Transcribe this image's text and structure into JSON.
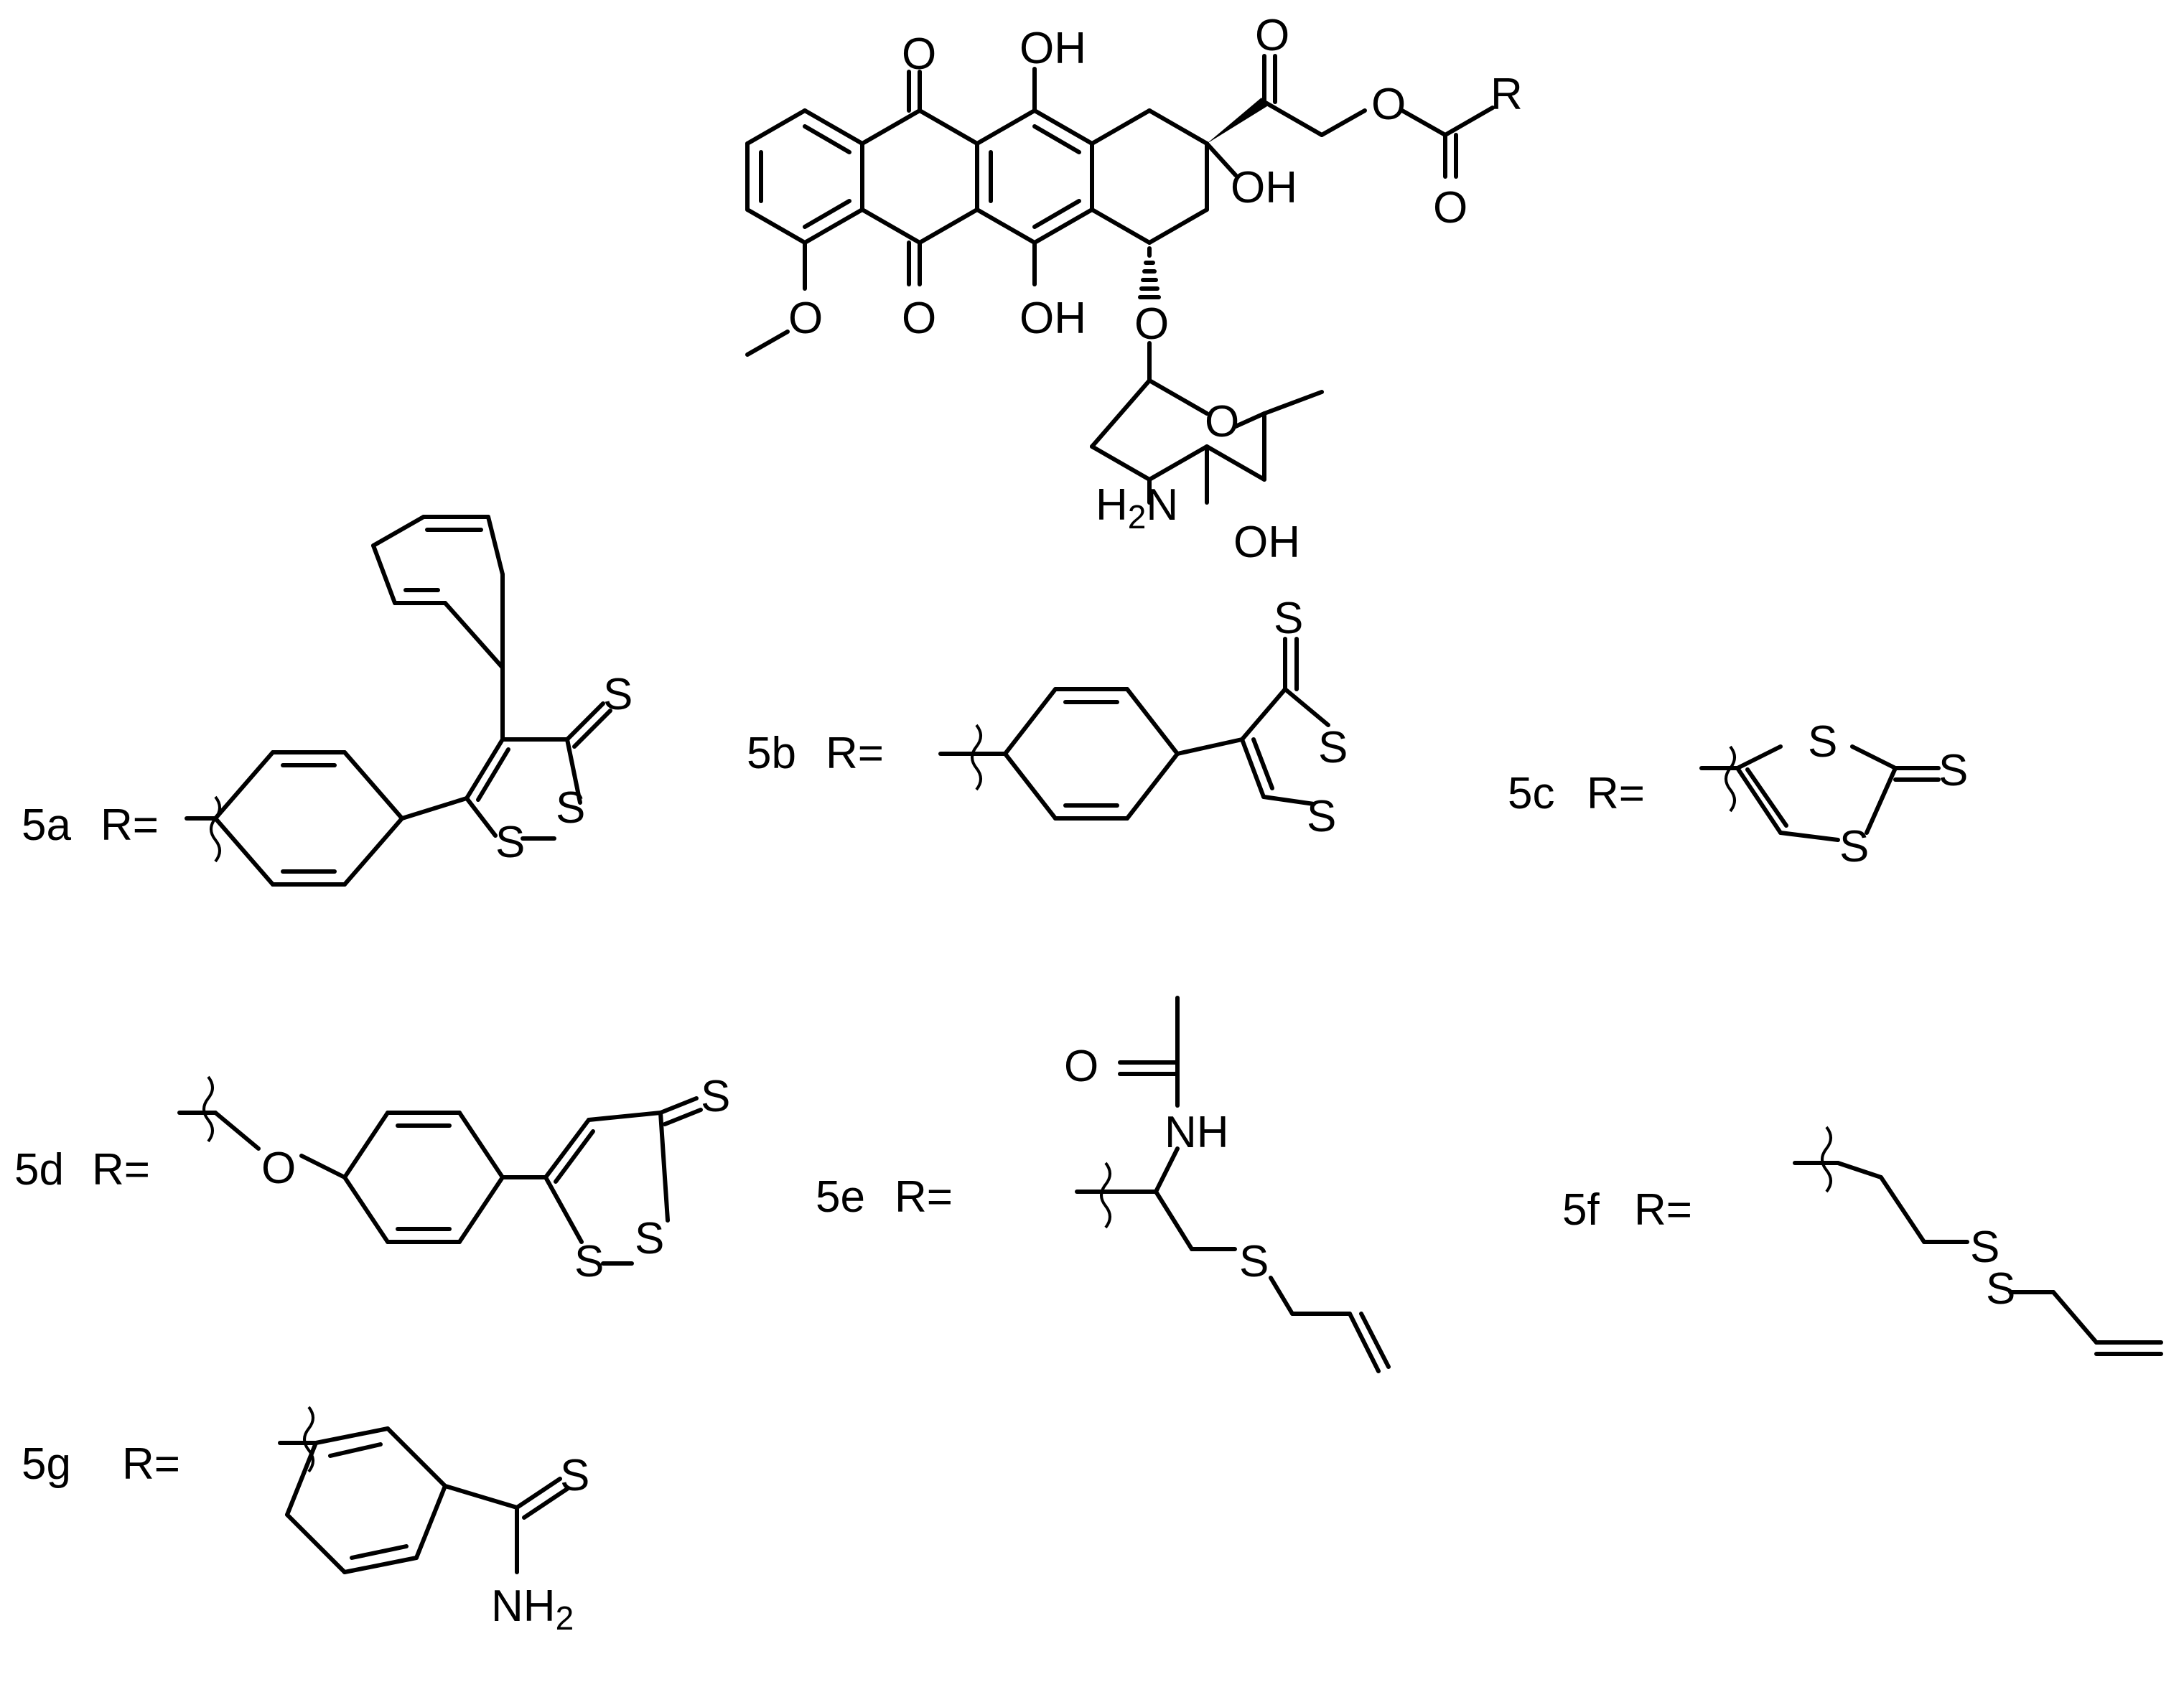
{
  "parent": {
    "carbonyl_O_top": "O",
    "carbonyl_O_bottom": "O",
    "phenol_OH_top": "OH",
    "phenol_OH_bottom": "OH",
    "methoxy_O": "O",
    "glycoside_O": "O",
    "side_chain_keto_O": "O",
    "side_chain_ester_O": "O",
    "side_chain_ester_carbonyl_O": "O",
    "R_label": "R",
    "ring_OH": "OH",
    "sugar_ring_O": "O",
    "sugar_amine": "H",
    "sugar_amine_sub": "2",
    "sugar_amine_N": "N",
    "sugar_OH": "OH"
  },
  "substituents": [
    {
      "id": "5a",
      "label": "5a",
      "r_eq": "R=",
      "atoms": {
        "s1": "S",
        "s2": "S",
        "thione": "S"
      }
    },
    {
      "id": "5b",
      "label": "5b",
      "r_eq": "R=",
      "atoms": {
        "s1": "S",
        "s2": "S",
        "thione": "S"
      }
    },
    {
      "id": "5c",
      "label": "5c",
      "r_eq": "R=",
      "atoms": {
        "s1": "S",
        "s2": "S",
        "thione": "S"
      }
    },
    {
      "id": "5d",
      "label": "5d",
      "r_eq": "R=",
      "atoms": {
        "o": "O",
        "s1": "S",
        "s2": "S",
        "thione": "S"
      }
    },
    {
      "id": "5e",
      "label": "5e",
      "r_eq": "R=",
      "atoms": {
        "o": "O",
        "nh": "NH",
        "s": "S"
      }
    },
    {
      "id": "5f",
      "label": "5f",
      "r_eq": "R=",
      "atoms": {
        "s1": "S",
        "s2": "S"
      }
    },
    {
      "id": "5g",
      "label": "5g",
      "r_eq": "R=",
      "atoms": {
        "thione": "S",
        "nh": "NH",
        "nh_sub": "2"
      }
    }
  ],
  "colors": {
    "ink": "#000000",
    "background": "#ffffff"
  }
}
